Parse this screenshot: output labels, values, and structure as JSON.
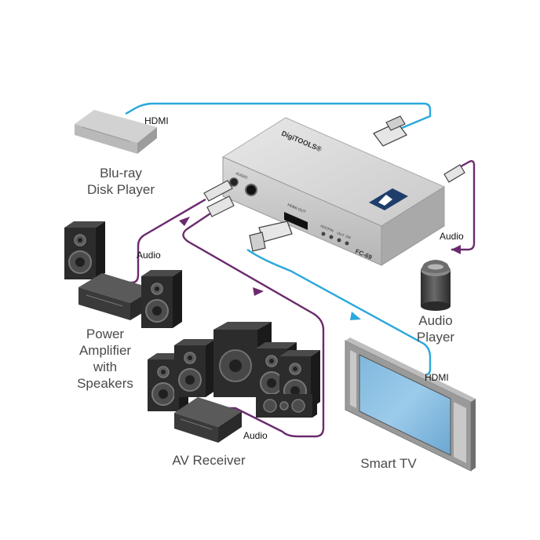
{
  "devices": {
    "bluray": [
      "Blu-ray",
      "Disk Player"
    ],
    "amplifier": [
      "Power",
      "Amplifier",
      "with",
      "Speakers"
    ],
    "av_receiver": "AV Receiver",
    "audio_player": [
      "Audio",
      "Player"
    ],
    "smart_tv": "Smart TV"
  },
  "cable_labels": {
    "hdmi_in": "HDMI",
    "hdmi_out": "HDMI",
    "audio_amp": "Audio",
    "audio_player": "Audio",
    "audio_receiver": "Audio"
  },
  "unit": {
    "brand": "DigiTOOLS®",
    "model": "FC-69",
    "port_audio": "AUDIO",
    "port_hdmi_out": "HDMI OUT",
    "leds": [
      "HDCP",
      "IN",
      "OUT",
      "ON"
    ]
  },
  "colors": {
    "hdmi_cable": "#2aa8dc",
    "audio_cable": "#6b2a6e",
    "label_text": "#4a4a4a"
  }
}
